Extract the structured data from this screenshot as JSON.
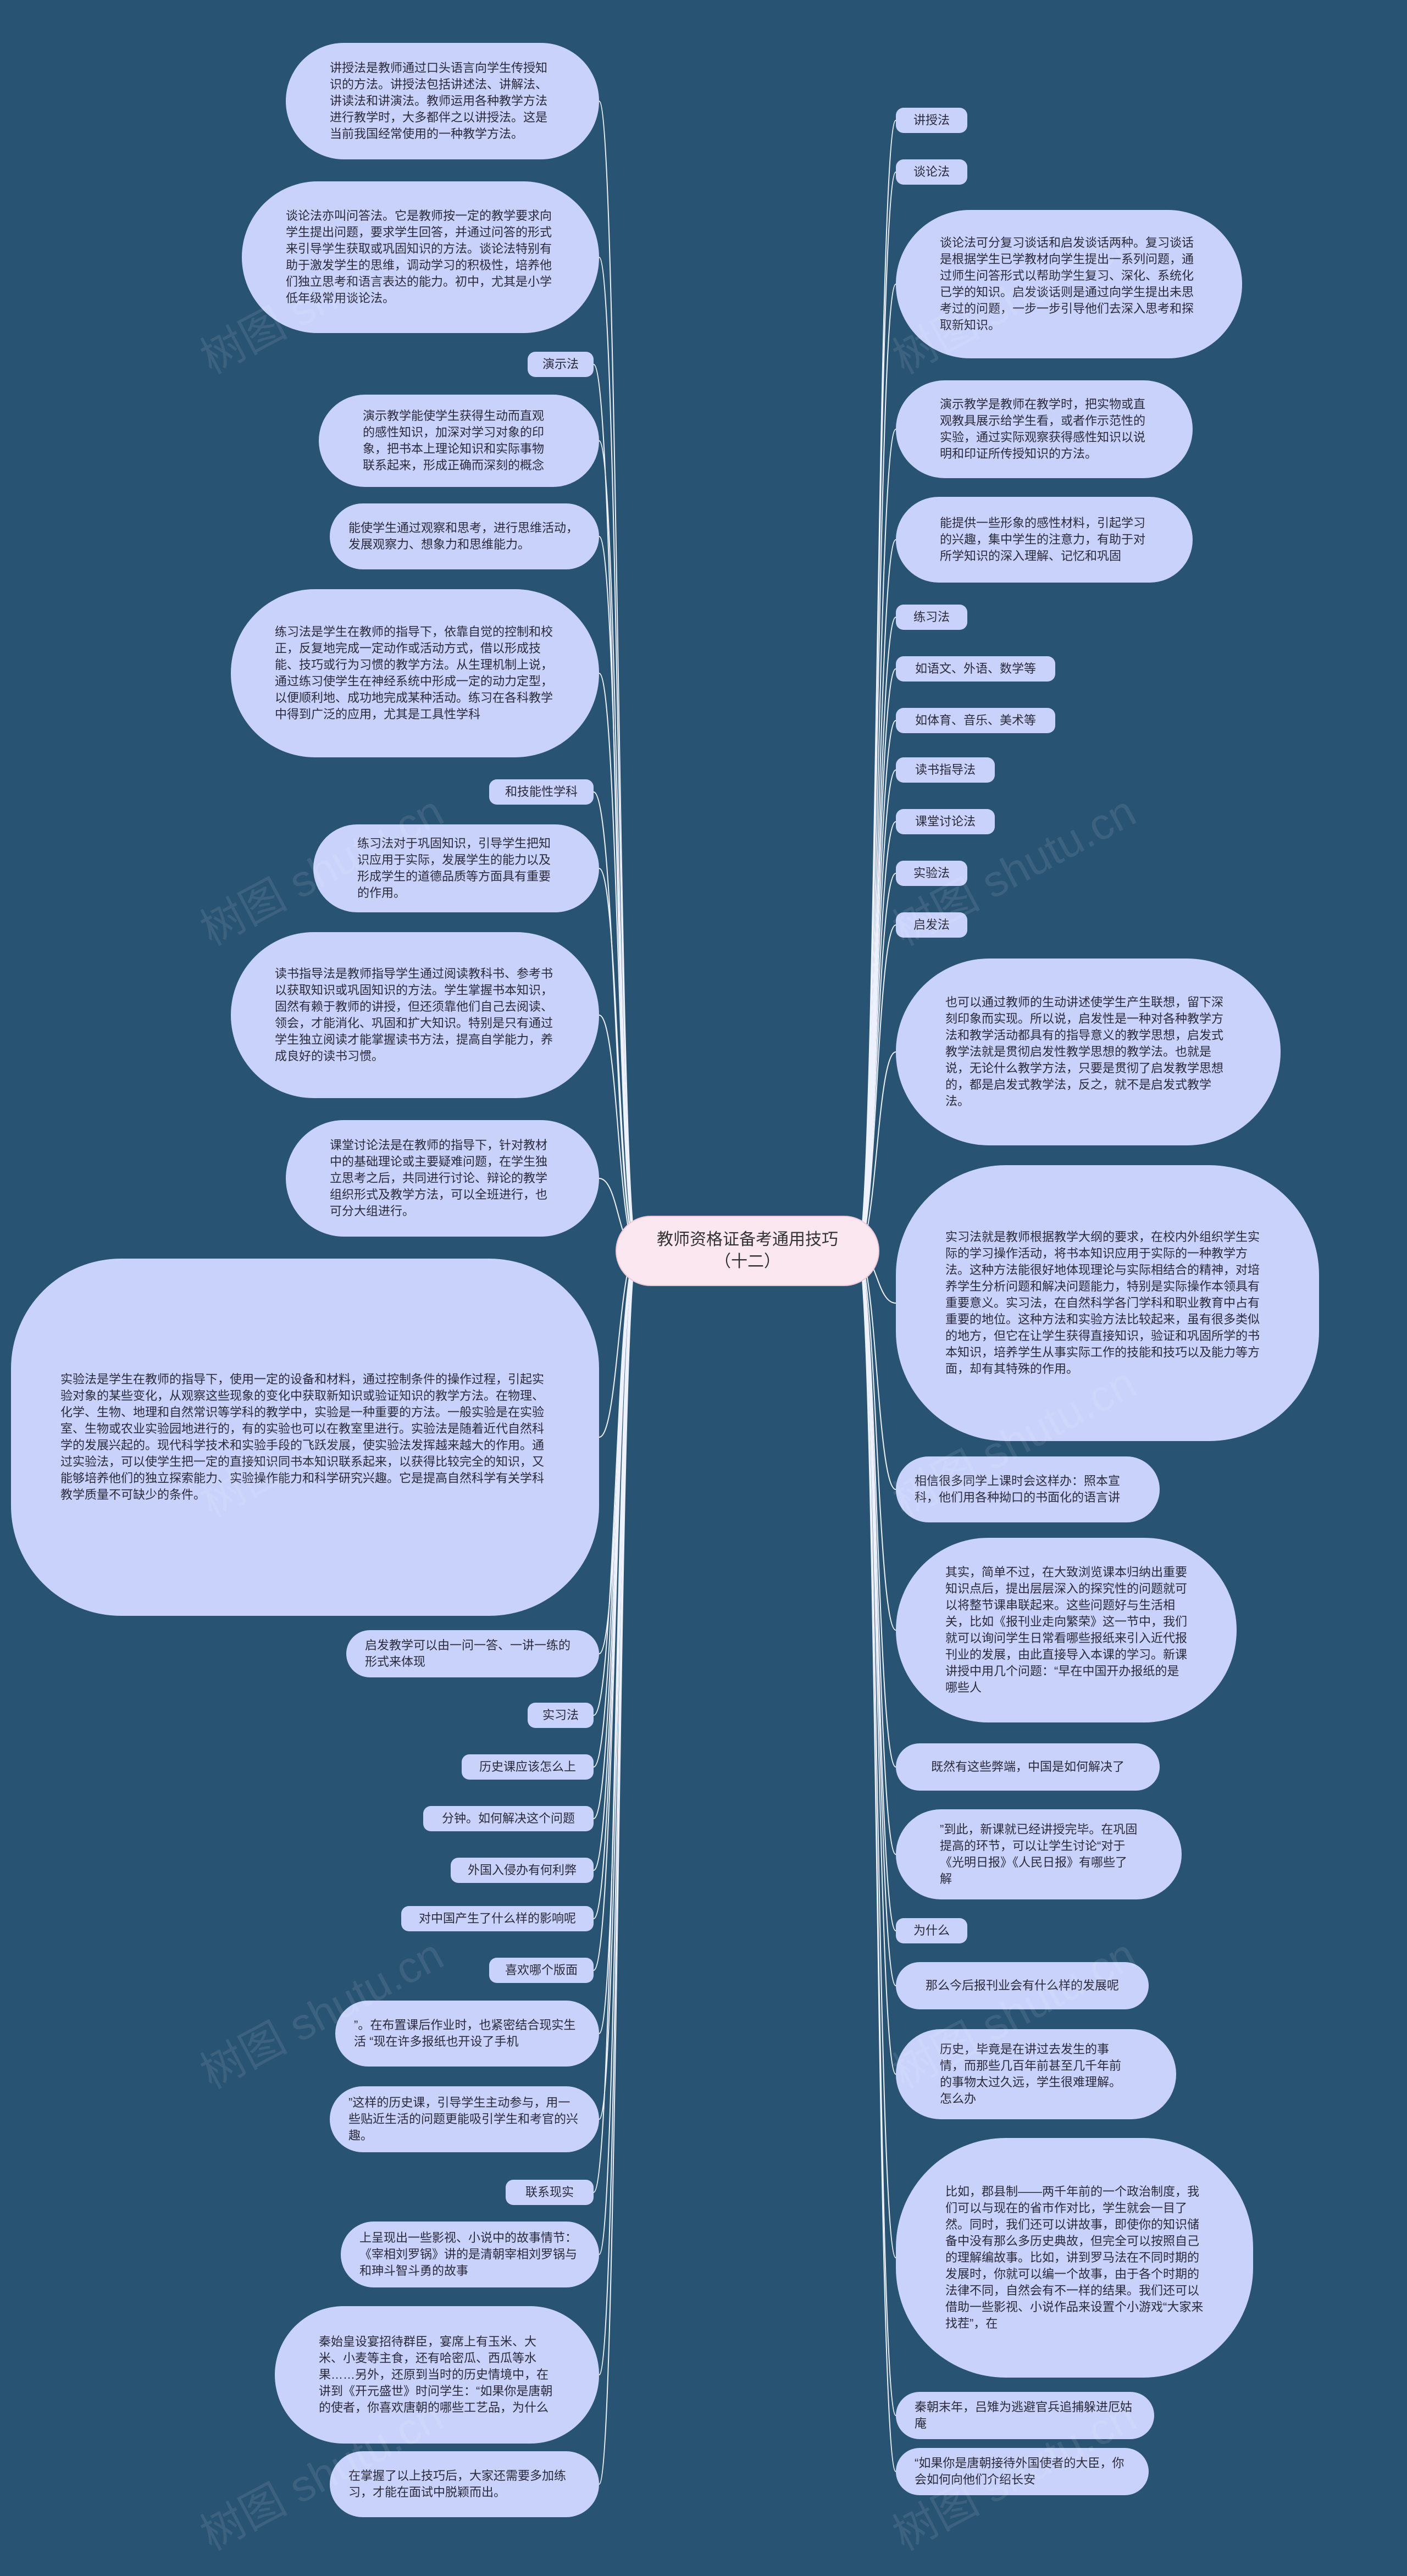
{
  "root": {
    "label": "教师资格证备考通用技巧\n（十二）"
  },
  "left_nodes": [
    "讲授法是教师通过口头语言向学生传授知识的方法。讲授法包括讲述法、讲解法、讲读法和讲演法。教师运用各种教学方法进行教学时，大多都伴之以讲授法。这是当前我国经常使用的一种教学方法。",
    "谈论法亦叫问答法。它是教师按一定的教学要求向学生提出问题，要求学生回答，并通过问答的形式来引导学生获取或巩固知识的方法。谈论法特别有助于激发学生的思维，调动学习的积极性，培养他们独立思考和语言表达的能力。初中，尤其是小学低年级常用谈论法。",
    "演示法",
    "演示教学能使学生获得生动而直观的感性知识，加深对学习对象的印象，把书本上理论知识和实际事物联系起来，形成正确而深刻的概念",
    "能使学生通过观察和思考，进行思维活动，发展观察力、想象力和思维能力。",
    "练习法是学生在教师的指导下，依靠自觉的控制和校正，反复地完成一定动作或活动方式，借以形成技能、技巧或行为习惯的教学方法。从生理机制上说，通过练习使学生在神经系统中形成一定的动力定型，以便顺利地、成功地完成某种活动。练习在各科教学中得到广泛的应用，尤其是工具性学科",
    "和技能性学科",
    "练习法对于巩固知识，引导学生把知识应用于实际，发展学生的能力以及形成学生的道德品质等方面具有重要的作用。",
    "读书指导法是教师指导学生通过阅读教科书、参考书以获取知识或巩固知识的方法。学生掌握书本知识，固然有赖于教师的讲授，但还须靠他们自己去阅读、领会，才能消化、巩固和扩大知识。特别是只有通过学生独立阅读才能掌握读书方法，提高自学能力，养成良好的读书习惯。",
    "课堂讨论法是在教师的指导下，针对教材中的基础理论或主要疑难问题，在学生独立思考之后，共同进行讨论、辩论的教学组织形式及教学方法，可以全班进行，也可分大组进行。",
    "实验法是学生在教师的指导下，使用一定的设备和材料，通过控制条件的操作过程，引起实验对象的某些变化，从观察这些现象的变化中获取新知识或验证知识的教学方法。在物理、化学、生物、地理和自然常识等学科的教学中，实验是一种重要的方法。一般实验是在实验室、生物或农业实验园地进行的，有的实验也可以在教室里进行。实验法是随着近代自然科学的发展兴起的。现代科学技术和实验手段的飞跃发展，使实验法发挥越来越大的作用。通过实验法，可以使学生把一定的直接知识同书本知识联系起来，以获得比较完全的知识，又能够培养他们的独立探索能力、实验操作能力和科学研究兴趣。它是提高自然科学有关学科教学质量不可缺少的条件。",
    "启发教学可以由一问一答、一讲一练的形式来体现",
    "实习法",
    "历史课应该怎么上",
    "分钟。如何解决这个问题",
    "外国入侵办有何利弊",
    "对中国产生了什么样的影响呢",
    "喜欢哪个版面",
    "”。在布置课后作业时，也紧密结合现实生活 “现在许多报纸也开设了手机",
    "”这样的历史课，引导学生主动参与，用一些贴近生活的问题更能吸引学生和考官的兴趣。",
    "联系现实",
    "上呈现出一些影视、小说中的故事情节：《宰相刘罗锅》讲的是清朝宰相刘罗锅与和珅斗智斗勇的故事",
    "秦始皇设宴招待群臣，宴席上有玉米、大米、小麦等主食，还有哈密瓜、西瓜等水果……另外，还原到当时的历史情境中，在讲到《开元盛世》时问学生：“如果你是唐朝的使者，你喜欢唐朝的哪些工艺品，为什么",
    "在掌握了以上技巧后，大家还需要多加练习，才能在面试中脱颖而出。"
  ],
  "right_nodes": [
    "讲授法",
    "谈论法",
    "谈论法可分复习谈话和启发谈话两种。复习谈话是根据学生已学教材向学生提出一系列问题，通过师生问答形式以帮助学生复习、深化、系统化已学的知识。启发谈话则是通过向学生提出未思考过的问题，一步一步引导他们去深入思考和探取新知识。",
    "演示教学是教师在教学时，把实物或直观教具展示给学生看，或者作示范性的实验，通过实际观察获得感性知识以说明和印证所传授知识的方法。",
    "能提供一些形象的感性材料，引起学习的兴趣，集中学生的注意力，有助于对所学知识的深入理解、记忆和巩固",
    "练习法",
    "如语文、外语、数学等",
    "如体育、音乐、美术等",
    "读书指导法",
    "课堂讨论法",
    "实验法",
    "启发法",
    "也可以通过教师的生动讲述使学生产生联想，留下深刻印象而实现。所以说，启发性是一种对各种教学方法和教学活动都具有的指导意义的教学思想，启发式教学法就是贯彻启发性教学思想的教学法。也就是说，无论什么教学方法，只要是贯彻了启发教学思想的，都是启发式教学法，反之，就不是启发式教学法。",
    "实习法就是教师根据教学大纲的要求，在校内外组织学生实际的学习操作活动，将书本知识应用于实际的一种教学方法。这种方法能很好地体现理论与实际相结合的精神，对培养学生分析问题和解决问题能力，特别是实际操作本领具有重要意义。实习法，在自然科学各门学科和职业教育中占有重要的地位。这种方法和实验方法比较起来，虽有很多类似的地方，但它在让学生获得直接知识，验证和巩固所学的书本知识，培养学生从事实际工作的技能和技巧以及能力等方面，却有其特殊的作用。",
    "相信很多同学上课时会这样办：照本宣科，他们用各种拗口的书面化的语言讲",
    "其实，简单不过，在大致浏览课本归纳出重要知识点后，提出层层深入的探究性的问题就可以将整节课串联起来。这些问题好与生活相关，比如《报刊业走向繁荣》这一节中，我们就可以询问学生日常看哪些报纸来引入近代报刊业的发展，由此直接导入本课的学习。新课讲授中用几个问题：“早在中国开办报纸的是哪些人",
    "既然有这些弊端，中国是如何解决了",
    "”到此，新课就已经讲授完毕。在巩固提高的环节，可以让学生讨论“对于《光明日报》《人民日报》有哪些了解",
    "为什么",
    "那么今后报刊业会有什么样的发展呢",
    "历史，毕竟是在讲过去发生的事情，而那些几百年前甚至几千年前的事物太过久远，学生很难理解。怎么办",
    "比如，郡县制——两千年前的一个政治制度，我们可以与现在的省市作对比，学生就会一目了然。同时，我们还可以讲故事，即使你的知识储备中没有那么多历史典故，但完全可以按照自己的理解编故事。比如，讲到罗马法在不同时期的发展时，你就可以编一个故事，由于各个时期的法律不同，自然会有不一样的结果。我们还可以借助一些影视、小说作品来设置个小游戏“大家来找茬”，在",
    "秦朝末年，吕雉为逃避官兵追捕躲进厄姑庵",
    "“如果你是唐朝接待外国使者的大臣，你会如何向他们介绍长安"
  ],
  "watermark": "树图 shutu.cn"
}
